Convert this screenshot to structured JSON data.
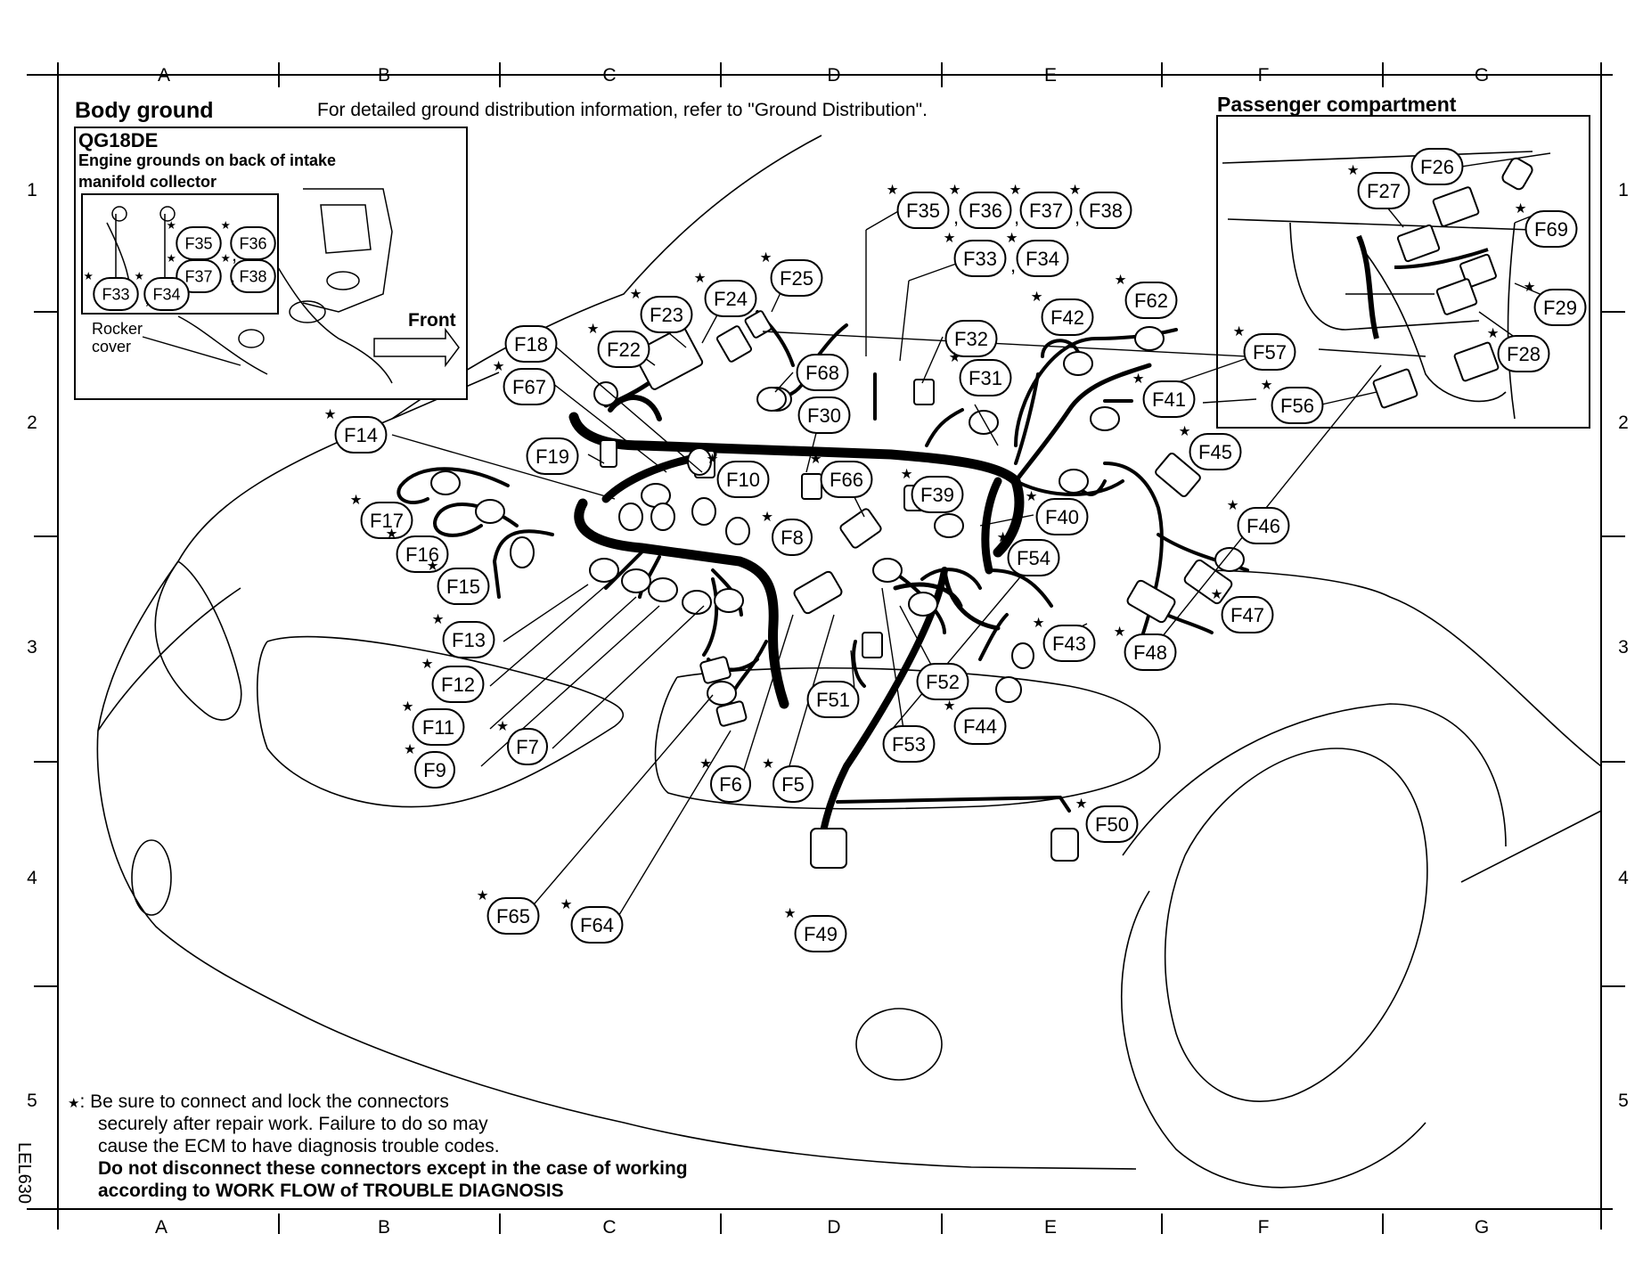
{
  "header": {
    "title": "Body ground",
    "intro": "For detailed ground distribution information, refer to \"Ground Distribution\"."
  },
  "engine_inset": {
    "engine_code": "QG18DE",
    "caption_line1": "Engine grounds on back of intake",
    "caption_line2": "manifold collector",
    "rocker_line1": "Rocker",
    "rocker_line2": "cover",
    "front_label": "Front",
    "connectors": [
      "F35",
      "F36",
      "F37",
      "F38",
      "F33",
      "F34"
    ]
  },
  "passenger_inset": {
    "title": "Passenger compartment",
    "connectors": [
      "F26",
      "F27",
      "F69",
      "F29",
      "F28",
      "F57",
      "F56"
    ]
  },
  "grid": {
    "columns": [
      "A",
      "B",
      "C",
      "D",
      "E",
      "F",
      "G"
    ],
    "rows": [
      "1",
      "2",
      "3",
      "4",
      "5"
    ]
  },
  "connectors": [
    {
      "label": "F35",
      "star": true
    },
    {
      "label": "F36",
      "star": true
    },
    {
      "label": "F37",
      "star": true
    },
    {
      "label": "F38",
      "star": true
    },
    {
      "label": "F33",
      "star": true
    },
    {
      "label": "F34",
      "star": true
    },
    {
      "label": "F25",
      "star": true
    },
    {
      "label": "F24",
      "star": true
    },
    {
      "label": "F23",
      "star": true
    },
    {
      "label": "F22",
      "star": true
    },
    {
      "label": "F18",
      "star": false
    },
    {
      "label": "F67",
      "star": true
    },
    {
      "label": "F32",
      "star": false
    },
    {
      "label": "F68",
      "star": false
    },
    {
      "label": "F42",
      "star": true
    },
    {
      "label": "F62",
      "star": true
    },
    {
      "label": "F31",
      "star": true
    },
    {
      "label": "F30",
      "star": false
    },
    {
      "label": "F41",
      "star": true
    },
    {
      "label": "F14",
      "star": true
    },
    {
      "label": "F19",
      "star": false
    },
    {
      "label": "F10",
      "star": true
    },
    {
      "label": "F66",
      "star": true
    },
    {
      "label": "F39",
      "star": true
    },
    {
      "label": "F45",
      "star": true
    },
    {
      "label": "F17",
      "star": true
    },
    {
      "label": "F16",
      "star": true
    },
    {
      "label": "F15",
      "star": true
    },
    {
      "label": "F40",
      "star": true
    },
    {
      "label": "F8",
      "star": true
    },
    {
      "label": "F54",
      "star": true
    },
    {
      "label": "F46",
      "star": true
    },
    {
      "label": "F13",
      "star": true
    },
    {
      "label": "F12",
      "star": true
    },
    {
      "label": "F11",
      "star": true
    },
    {
      "label": "F9",
      "star": true
    },
    {
      "label": "F7",
      "star": true
    },
    {
      "label": "F43",
      "star": true
    },
    {
      "label": "F48",
      "star": true
    },
    {
      "label": "F47",
      "star": true
    },
    {
      "label": "F52",
      "star": false
    },
    {
      "label": "F51",
      "star": false
    },
    {
      "label": "F44",
      "star": true
    },
    {
      "label": "F53",
      "star": false
    },
    {
      "label": "F6",
      "star": true
    },
    {
      "label": "F5",
      "star": true
    },
    {
      "label": "F50",
      "star": true
    },
    {
      "label": "F65",
      "star": true
    },
    {
      "label": "F64",
      "star": true
    },
    {
      "label": "F49",
      "star": true
    }
  ],
  "legend": {
    "star_symbol": "★",
    "line1": ": Be sure to connect and lock the connectors",
    "line2": "securely after repair work. Failure to do so may",
    "line3": "cause the ECM to have diagnosis trouble codes.",
    "line4": "Do not disconnect these connectors except in the case of working",
    "line5": "according to WORK FLOW of TROUBLE DIAGNOSIS"
  },
  "figure_code": "LEL630",
  "punctuation": {
    "comma": ","
  }
}
